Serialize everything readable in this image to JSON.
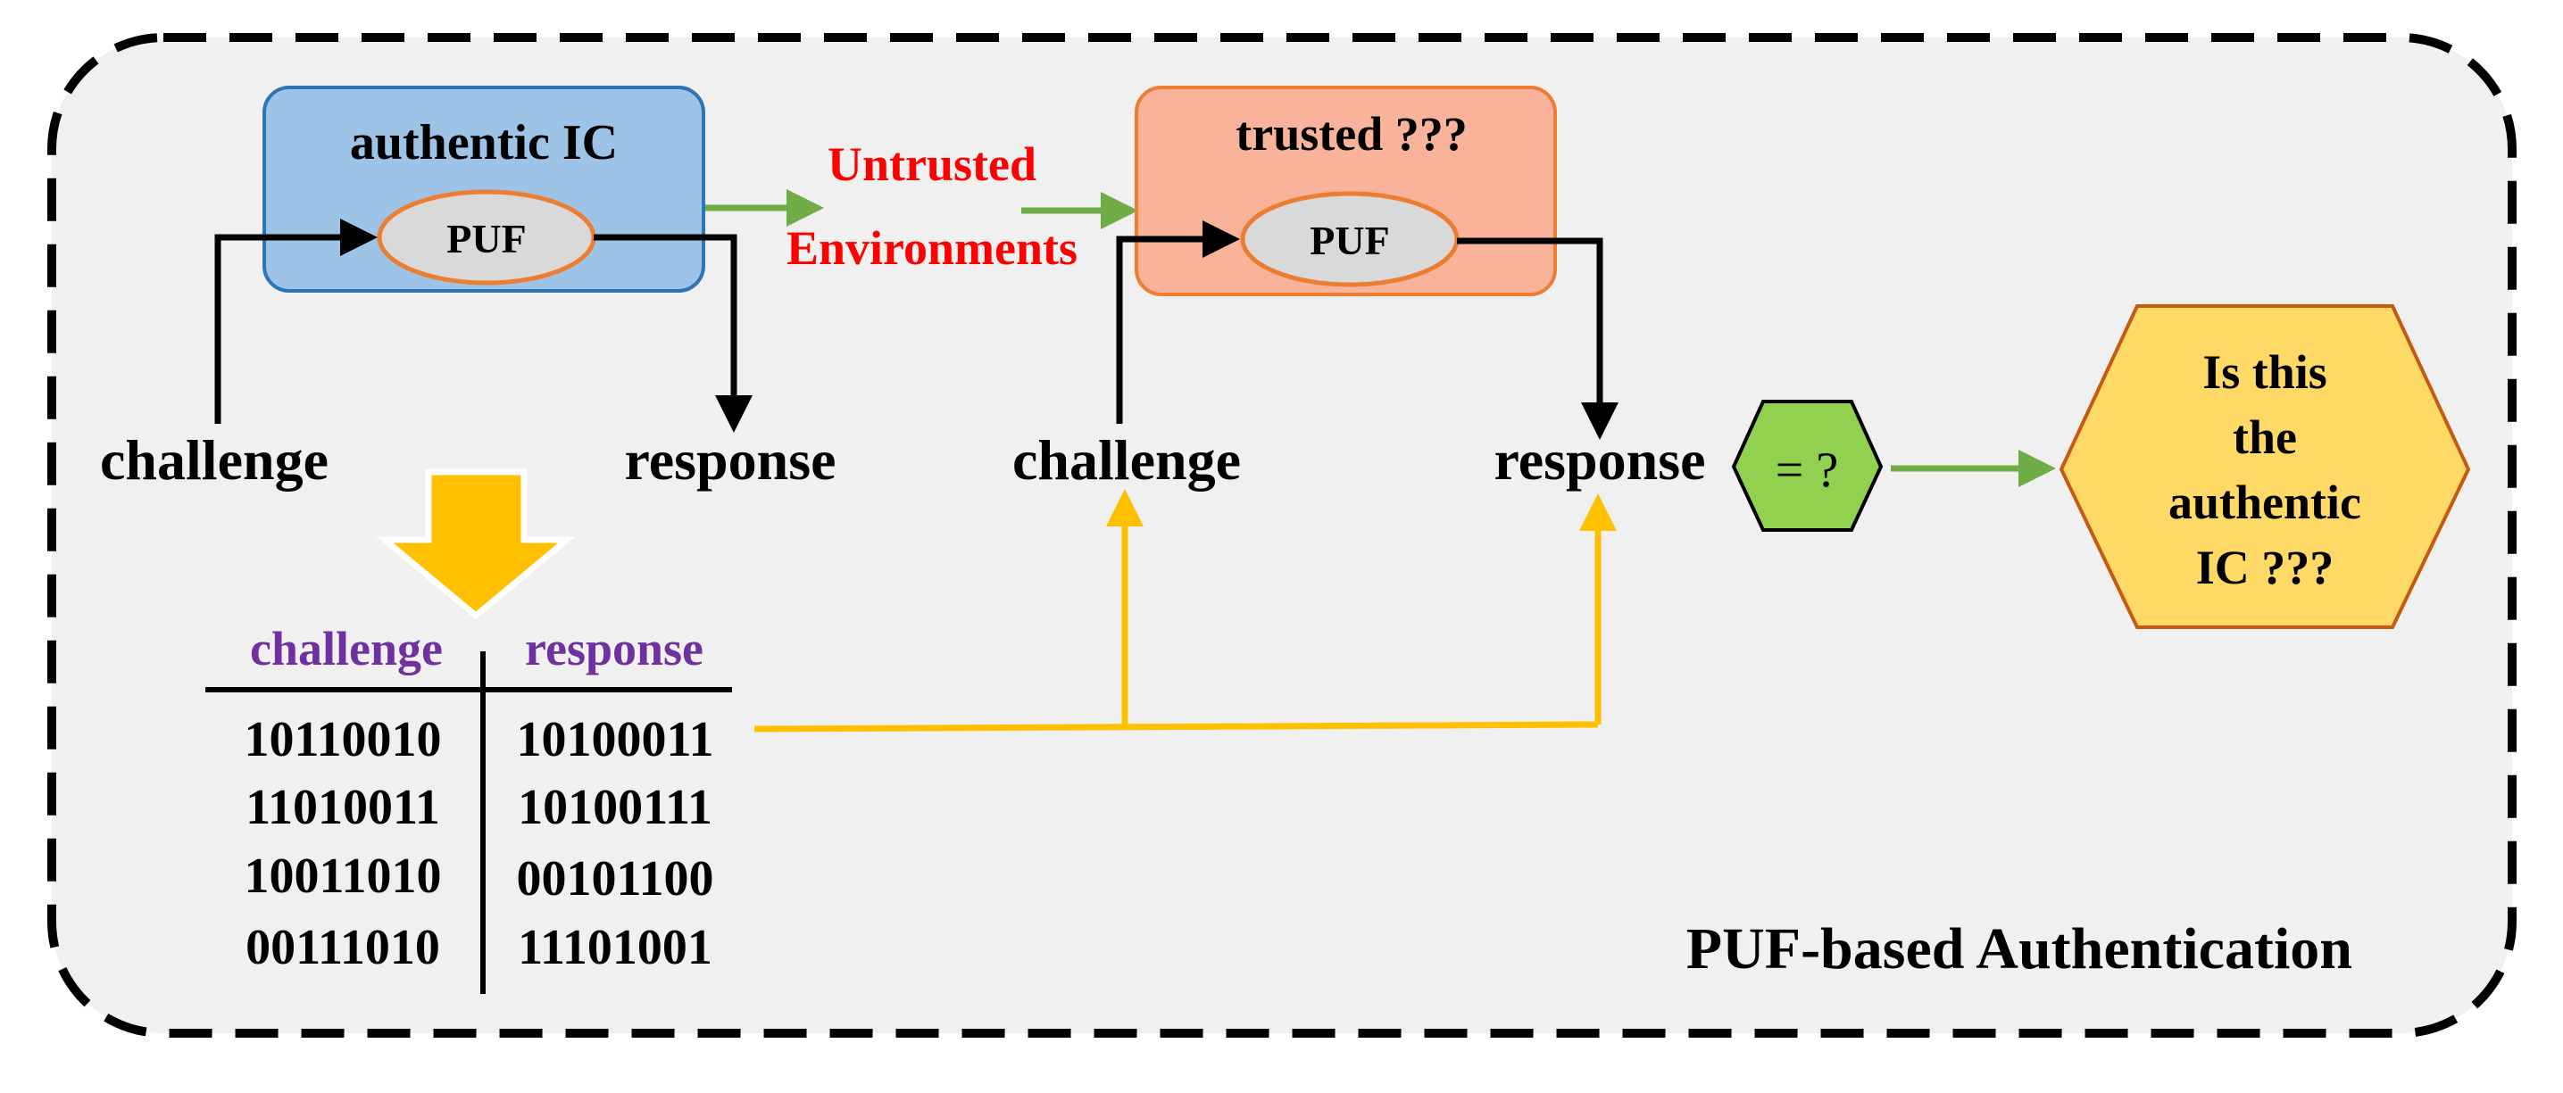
{
  "diagram": {
    "caption": "PUF-based Authentication",
    "authentic_block": {
      "title": "authentic IC",
      "puf_label": "PUF"
    },
    "untrusted": {
      "line1": "Untrusted",
      "line2": "Environments"
    },
    "trusted_block": {
      "title": "trusted ???",
      "puf_label": "PUF"
    },
    "left": {
      "challenge": "challenge",
      "response": "response"
    },
    "right": {
      "challenge": "challenge",
      "response": "response"
    },
    "compare_label": "= ?",
    "result": {
      "line1": "Is this",
      "line2": "the",
      "line3": "authentic",
      "line4": "IC ???"
    },
    "crp_table": {
      "headers": [
        "challenge",
        "response"
      ],
      "rows": [
        [
          "10110010",
          "10100011"
        ],
        [
          "11010011",
          "10100111"
        ],
        [
          "10011010",
          "00101100"
        ],
        [
          "00111010",
          "11101001"
        ]
      ]
    }
  },
  "colors": {
    "background": "#f0f0f0",
    "authentic_fill": "#9dc3e6",
    "authentic_border": "#2e75b6",
    "trusted_fill": "#f8b39a",
    "trusted_border": "#ed7d31",
    "puf_fill": "#d9d9d9",
    "puf_border": "#ed7d31",
    "untrusted_text": "#ff0000",
    "green_arrow": "#70ad47",
    "yellow_arrow": "#ffc000",
    "compare_fill": "#92d050",
    "result_fill": "#ffd966",
    "result_border": "#c55a11",
    "table_header": "#7030a0"
  }
}
